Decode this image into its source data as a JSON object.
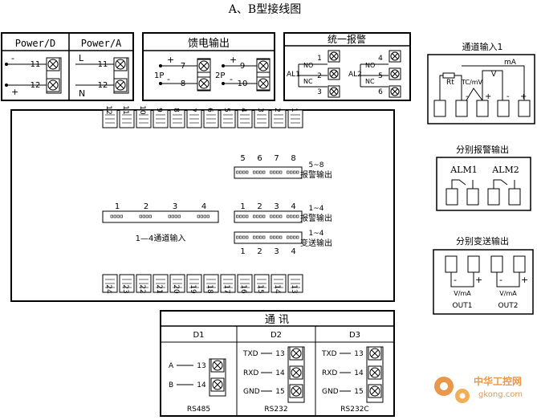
{
  "title": "A、B型接线图",
  "power": {
    "power_d": {
      "label": "Power/D",
      "terminals": [
        "11",
        "12"
      ],
      "signs": [
        "-",
        "+"
      ]
    },
    "power_a": {
      "label": "Power/A",
      "terminals": [
        "11",
        "12"
      ],
      "signs": [
        "L",
        "N"
      ]
    }
  },
  "feed": {
    "title": "馈电输出",
    "groups": [
      {
        "label": "1P",
        "terminals": [
          "7",
          "8"
        ]
      },
      {
        "label": "2P",
        "terminals": [
          "9",
          "10"
        ]
      }
    ],
    "signs": [
      "+",
      "-"
    ]
  },
  "alarm": {
    "title": "统一报警",
    "groups": [
      {
        "label": "AL1",
        "terminals": [
          "1",
          "2",
          "3"
        ]
      },
      {
        "label": "AL2",
        "terminals": [
          "4",
          "5",
          "6"
        ]
      }
    ],
    "contacts": [
      "NO",
      "NC"
    ]
  },
  "channel_input": {
    "title": "通道输入1",
    "labels": {
      "ma": "mA",
      "rt": "Rt",
      "tc": "TC/mV",
      "v": "V"
    },
    "signs": [
      "-",
      "+",
      "-",
      "+"
    ]
  },
  "separate_alarm": {
    "title": "分别报警输出",
    "labels": [
      "ALM1",
      "ALM2"
    ]
  },
  "separate_transmit": {
    "title": "分别变送输出",
    "labels": [
      "OUT1",
      "OUT2"
    ],
    "unit": "V/mA",
    "signs": [
      "-",
      "+"
    ]
  },
  "rear_panel": {
    "top_terminals": [
      "12",
      "11",
      "10",
      "9",
      "8",
      "7",
      "6",
      "5",
      "4",
      "3",
      "2",
      "1"
    ],
    "bottom_terminals": [
      "24",
      "23",
      "22",
      "21",
      "20",
      "19",
      "18",
      "17",
      "16",
      "15",
      "14",
      "13"
    ],
    "slots": {
      "alarm_5_8": {
        "numbers": [
          "5",
          "6",
          "7",
          "8"
        ],
        "caption_top": "5~8",
        "caption": "报警输出"
      },
      "channel_1_4": {
        "numbers": [
          "1",
          "2",
          "3",
          "4"
        ],
        "caption": "1—4通道输入"
      },
      "alarm_1_4": {
        "numbers": [
          "1",
          "2",
          "3",
          "4"
        ],
        "caption_top": "1~4",
        "caption": "报警输出"
      },
      "transmit_1_4": {
        "numbers": [
          "1",
          "2",
          "3",
          "4"
        ],
        "caption_top": "1~4",
        "caption": "变送输出"
      }
    }
  },
  "comm": {
    "title": "通 讯",
    "columns": [
      {
        "label": "D1",
        "signals": [
          "A",
          "B"
        ],
        "terminals": [
          "13",
          "14"
        ],
        "protocol": "RS485"
      },
      {
        "label": "D2",
        "signals": [
          "TXD",
          "RXD",
          "GND"
        ],
        "terminals": [
          "13",
          "14",
          "15"
        ],
        "protocol": "RS232"
      },
      {
        "label": "D3",
        "signals": [
          "TXD",
          "RXD",
          "GND"
        ],
        "terminals": [
          "13",
          "14",
          "15"
        ],
        "protocol": "RS232C"
      }
    ]
  },
  "watermark": {
    "text": "中华工控网",
    "url": "gkong.com",
    "accent": "#e8862a"
  }
}
